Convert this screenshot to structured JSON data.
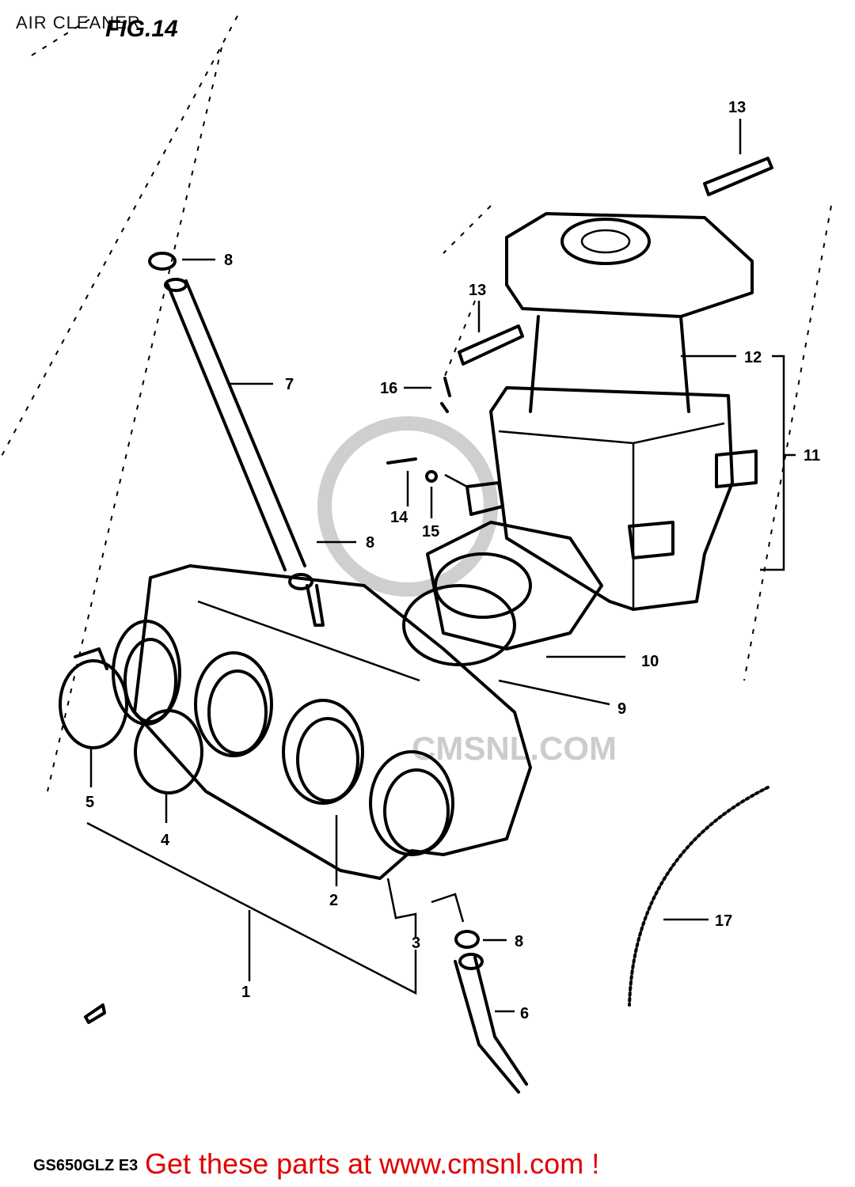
{
  "header": {
    "title": "AIR CLEANER",
    "figure_label": "FIG.14"
  },
  "footer": {
    "model_code": "GS650GLZ E3",
    "link_text": "Get these parts at www.cmsnl.com !"
  },
  "watermark": {
    "text": "CMSNL.COM"
  },
  "callouts": [
    {
      "id": "c1",
      "label": "1"
    },
    {
      "id": "c2",
      "label": "2"
    },
    {
      "id": "c3",
      "label": "3"
    },
    {
      "id": "c4",
      "label": "4"
    },
    {
      "id": "c5",
      "label": "5"
    },
    {
      "id": "c6",
      "label": "6"
    },
    {
      "id": "c7",
      "label": "7"
    },
    {
      "id": "c8a",
      "label": "8"
    },
    {
      "id": "c8b",
      "label": "8"
    },
    {
      "id": "c8c",
      "label": "8"
    },
    {
      "id": "c9",
      "label": "9"
    },
    {
      "id": "c10",
      "label": "10"
    },
    {
      "id": "c11",
      "label": "11"
    },
    {
      "id": "c12",
      "label": "12"
    },
    {
      "id": "c13a",
      "label": "13"
    },
    {
      "id": "c13b",
      "label": "13"
    },
    {
      "id": "c14",
      "label": "14"
    },
    {
      "id": "c15",
      "label": "15"
    },
    {
      "id": "c16",
      "label": "16"
    },
    {
      "id": "c17",
      "label": "17"
    }
  ]
}
